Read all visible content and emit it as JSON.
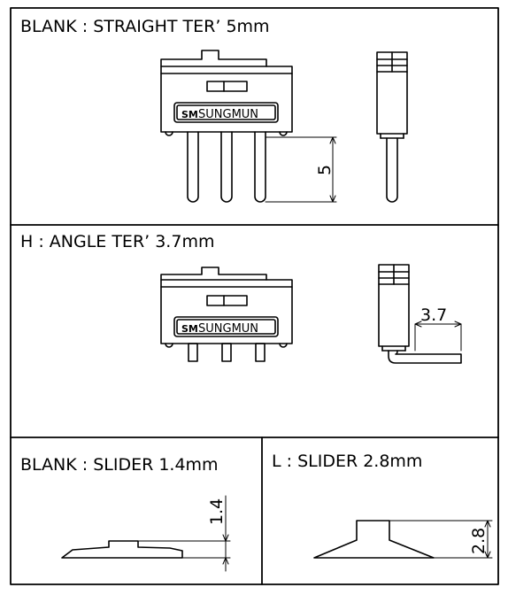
{
  "sections": {
    "straight": {
      "title": "BLANK : STRAIGHT TER’ 5mm",
      "dimension": "5"
    },
    "angle": {
      "title": "H : ANGLE TER’ 3.7mm",
      "dimension": "3.7"
    },
    "slider_short": {
      "title": "BLANK : SLIDER 1.4mm",
      "dimension": "1.4"
    },
    "slider_long": {
      "title": "L : SLIDER 2.8mm",
      "dimension": "2.8"
    }
  },
  "brand": {
    "name": "SUNGMUN",
    "logo_text": "SM"
  },
  "colors": {
    "line": "#000000",
    "background": "#ffffff"
  }
}
